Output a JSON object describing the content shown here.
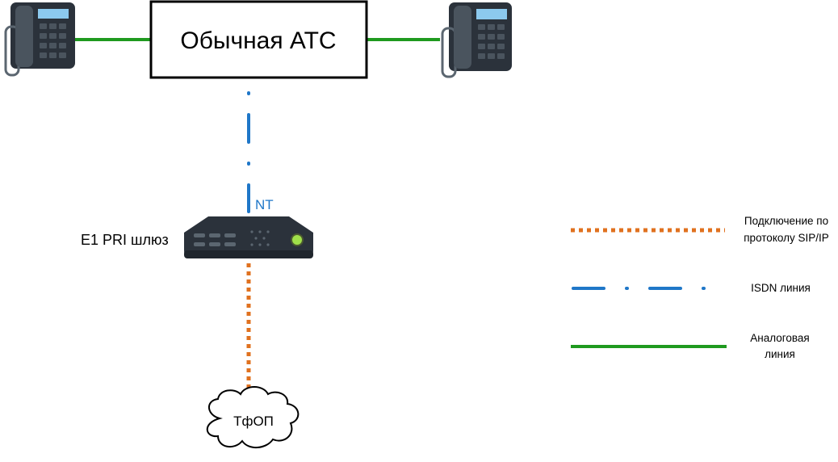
{
  "pbx": {
    "label": "Обычная АТС"
  },
  "gateway": {
    "label": "E1 PRI шлюз",
    "port_label": "NT"
  },
  "pstn": {
    "label": "ТфОП"
  },
  "legend": {
    "sip_line1": "Подключение по",
    "sip_line2": "протоколу SIP/IP",
    "isdn": "ISDN линия",
    "analog_line1": "Аналоговая",
    "analog_line2": "линия"
  },
  "colors": {
    "analog": "#1f9a1f",
    "isdn": "#1f77c8",
    "sip": "#e0711f",
    "device_dark": "#2b323b"
  },
  "icons": [
    "desk-phone-icon",
    "desk-phone-icon",
    "gateway-device-icon",
    "cloud-icon"
  ]
}
